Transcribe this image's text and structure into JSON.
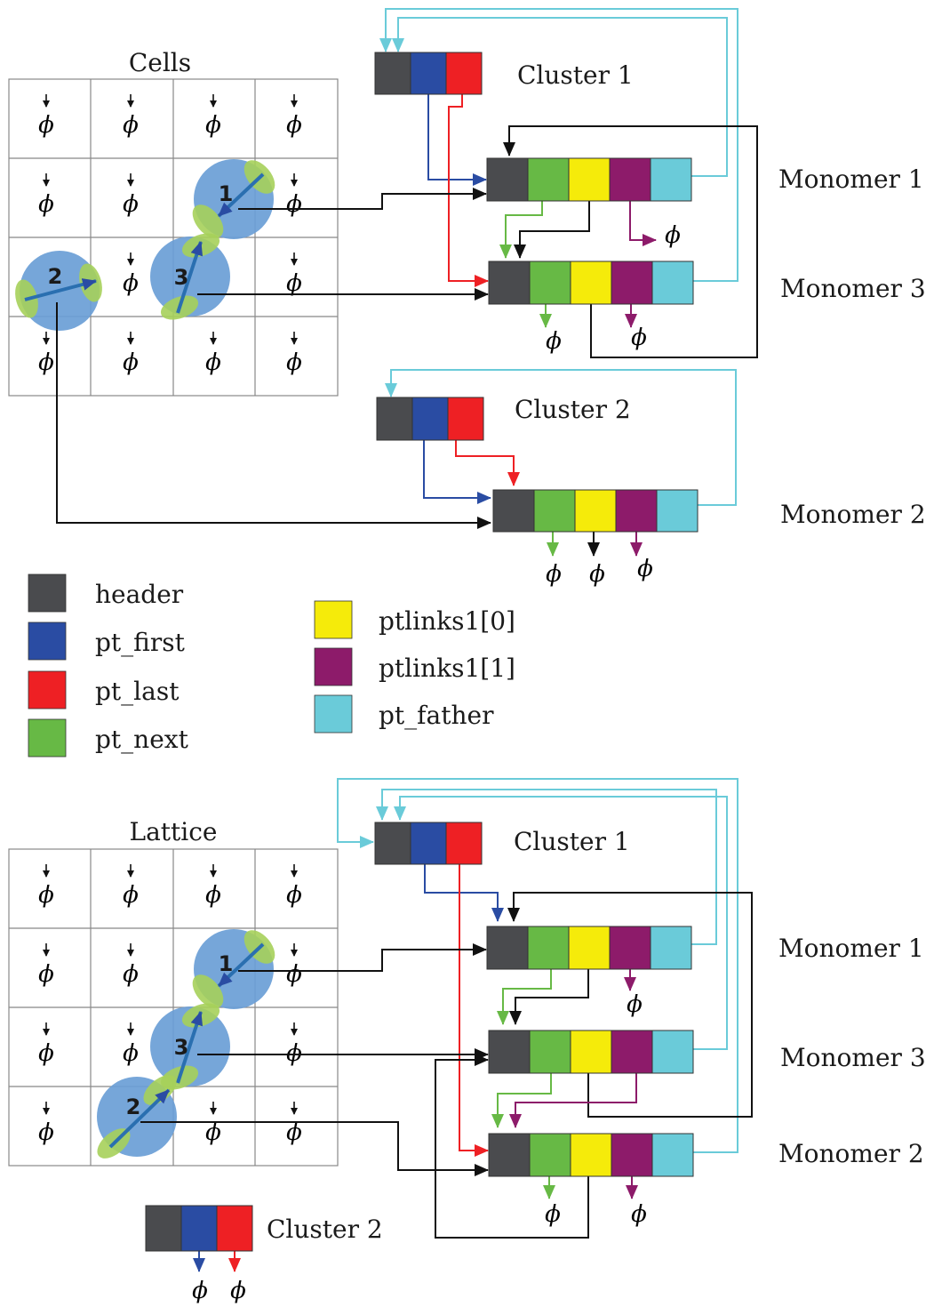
{
  "colors": {
    "header": "#4a4b4e",
    "pt_first": "#2a4ca3",
    "pt_last": "#ee2024",
    "pt_next": "#67b945",
    "ptlinks0": "#f5eb0a",
    "ptlinks1": "#8d1b6a",
    "pt_father": "#6acbd9",
    "particle": "#6a9ed6",
    "patch": "#a6d05a"
  },
  "top": {
    "grid_title": "Cells",
    "cluster1": "Cluster 1",
    "cluster2": "Cluster 2",
    "monomer1": "Monomer 1",
    "monomer3": "Monomer 3",
    "monomer2": "Monomer 2"
  },
  "bottom": {
    "grid_title": "Lattice",
    "cluster1": "Cluster 1",
    "cluster2": "Cluster 2",
    "monomer1": "Monomer 1",
    "monomer3": "Monomer 3",
    "monomer2": "Monomer 2"
  },
  "particles": {
    "p1": "1",
    "p2": "2",
    "p3": "3"
  },
  "null_symbol": "ϕ",
  "legend": [
    {
      "label": "header"
    },
    {
      "label": "pt_first"
    },
    {
      "label": "pt_last"
    },
    {
      "label": "pt_next"
    },
    {
      "label": "ptlinks1[0]"
    },
    {
      "label": "ptlinks1[1]"
    },
    {
      "label": "pt_father"
    }
  ]
}
